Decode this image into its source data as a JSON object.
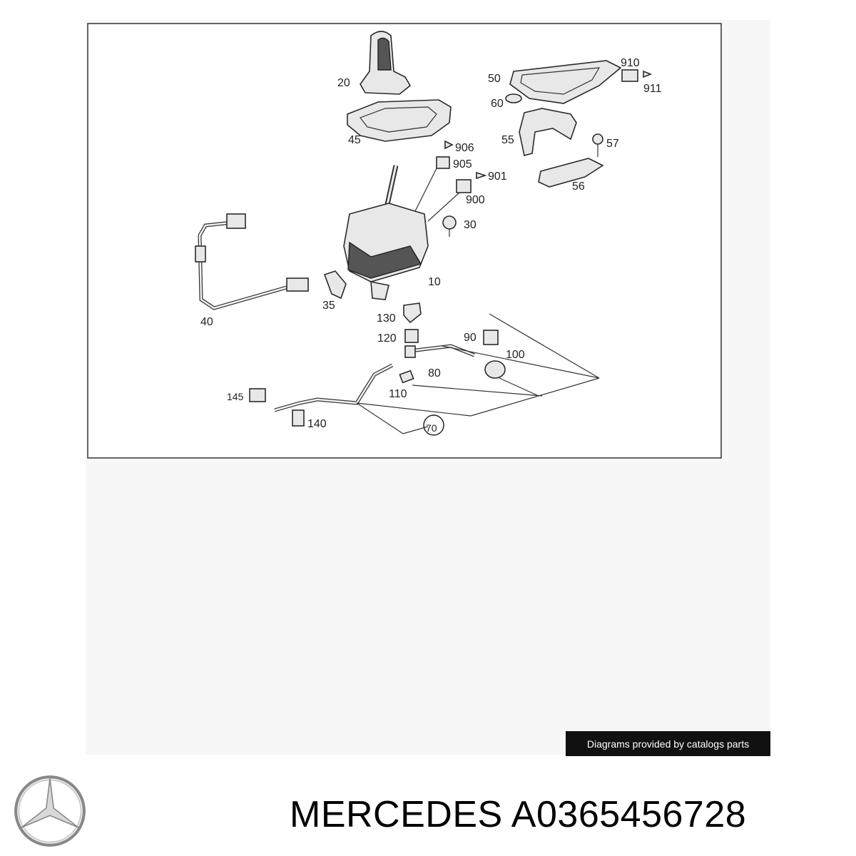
{
  "diagram": {
    "callouts": [
      "20",
      "45",
      "50",
      "60",
      "910",
      "911",
      "55",
      "57",
      "56",
      "906",
      "905",
      "901",
      "900",
      "30",
      "10",
      "40",
      "35",
      "130",
      "120",
      "90",
      "100",
      "80",
      "110",
      "145",
      "140",
      "70"
    ]
  },
  "footer": {
    "credit": "Diagrams provided by catalogs parts",
    "brand": "MERCEDES",
    "part_number": "A0365456728"
  },
  "logo": {
    "icon": "mercedes-star-icon"
  }
}
